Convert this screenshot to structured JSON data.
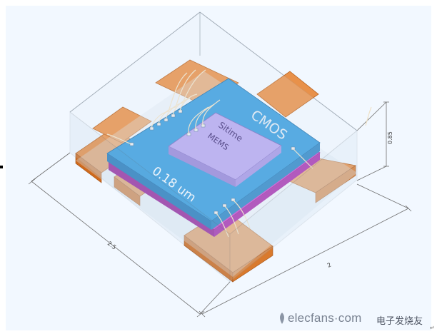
{
  "labels": {
    "cmos": "CMOS",
    "process": "0.18 um",
    "mems_line1": "Sitime",
    "mems_line2": "MEMS"
  },
  "dimensions": {
    "length": "2.5",
    "width": "2",
    "height": "0.85"
  },
  "watermark": {
    "site": "elecfans",
    "dot": "·",
    "domain": "com",
    "chinese": "电子发烧友"
  },
  "colors": {
    "background": "#f2f8ff",
    "pads": "#e8914a",
    "pad_sides": "#d06a1c",
    "cmos_die": "#3a9ede",
    "mems_die": "#b6a8f0",
    "substrate": "#c84fd0",
    "bond_wire": "#efe2c8"
  }
}
